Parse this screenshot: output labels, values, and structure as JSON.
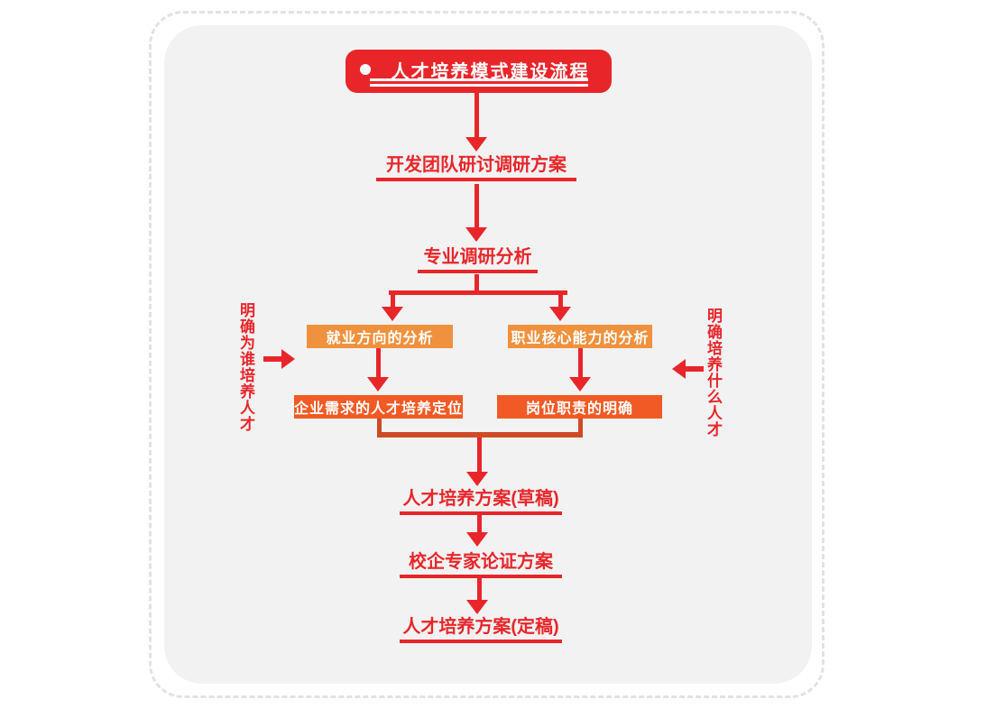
{
  "colors": {
    "red": "#E8262A",
    "orange_light": "#F0913D",
    "orange_deep": "#F15A24",
    "connector_dark": "#CE4B26",
    "panel_bg": "#F2F2F3",
    "dash_border": "#E2E2E6",
    "white": "#FFFFFF"
  },
  "title": {
    "label": "人才培养模式建设流程"
  },
  "steps": {
    "research_plan": "开发团队研讨调研方案",
    "major_research": "专业调研分析",
    "draft_plan": "人才培养方案(草稿)",
    "expert_review": "校企专家论证方案",
    "final_plan": "人才培养方案(定稿)"
  },
  "branches": {
    "employment_analysis": "就业方向的分析",
    "core_ability_analysis": "职业核心能力的分析",
    "talent_positioning": "企业需求的人才培养定位",
    "job_duty_clarify": "岗位职责的明确"
  },
  "side_notes": {
    "left": "明确为谁培养人才",
    "right": "明确培养什么人才"
  }
}
